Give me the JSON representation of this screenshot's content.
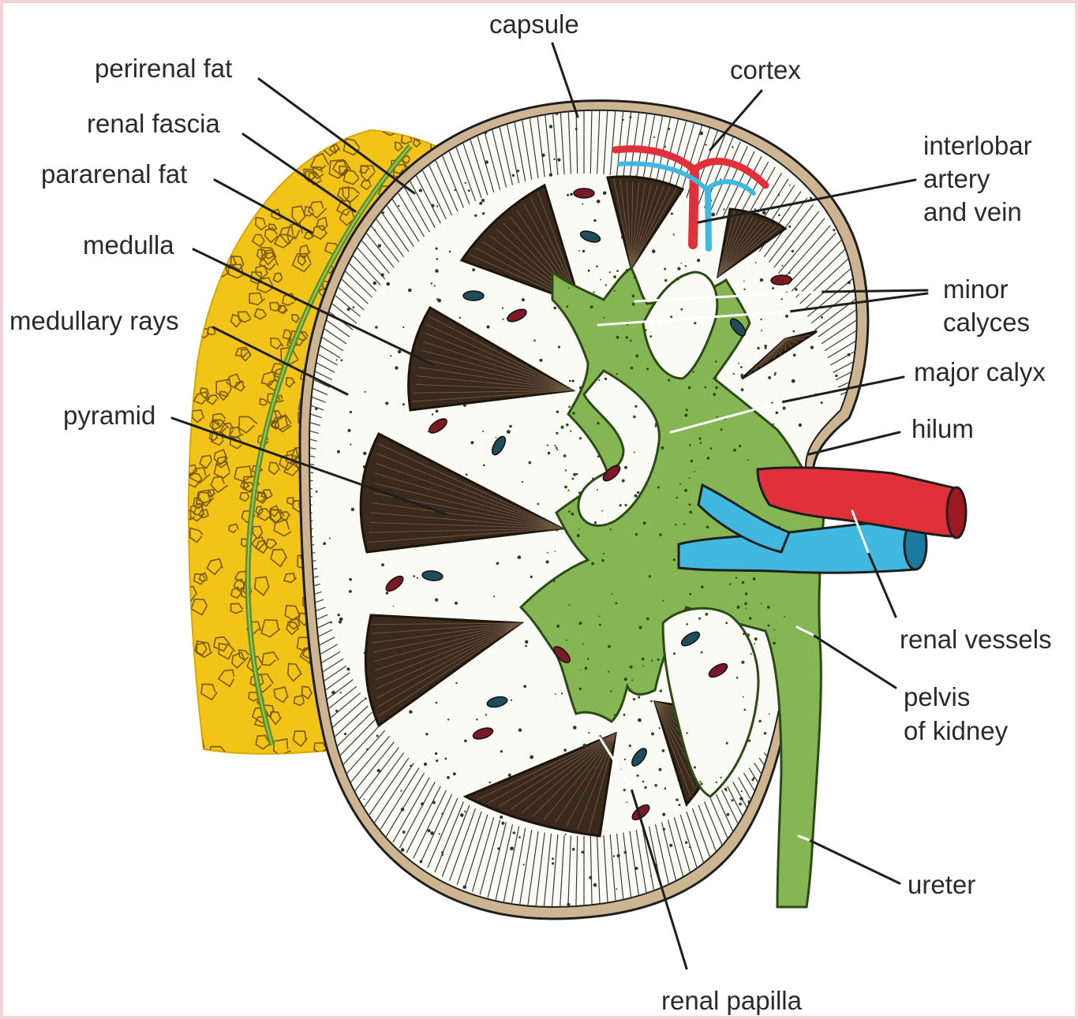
{
  "labels": {
    "capsule": "capsule",
    "cortex": "cortex",
    "perirenal_fat": "perirenal fat",
    "renal_fascia": "renal fascia",
    "pararenal_fat": "pararenal fat",
    "medulla": "medulla",
    "medullary_rays": "medullary rays",
    "pyramid": "pyramid",
    "interlobar_line1": "interlobar",
    "interlobar_line2": "artery",
    "interlobar_line3": "and vein",
    "minor_calyces_line1": "minor",
    "minor_calyces_line2": "calyces",
    "major_calyx": "major calyx",
    "hilum": "hilum",
    "renal_vessels": "renal vessels",
    "pelvis_line1": "pelvis",
    "pelvis_line2": "of kidney",
    "ureter": "ureter",
    "renal_papilla": "renal papilla"
  },
  "colors": {
    "fat": "#f2c417",
    "fascia": "#5f8f2e",
    "capsule": "#cdb591",
    "cortex": "#fbfbf6",
    "pyramid": "#3a2a1c",
    "calyx": "#86b654",
    "artery": "#e0303a",
    "vein": "#40b8e0",
    "outline": "#1e1e1e"
  }
}
